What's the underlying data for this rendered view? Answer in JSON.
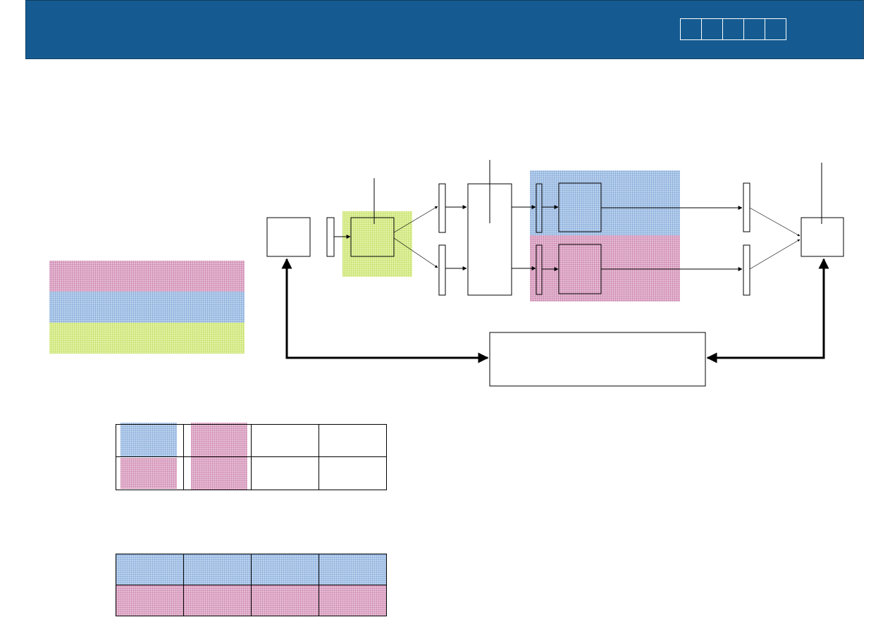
{
  "header": {
    "nav_squares": 5
  },
  "colors": {
    "header": "#155b91",
    "pink": "#dfaac9",
    "blue": "#a9c4e6",
    "green": "#d9ee93"
  },
  "top_table": {
    "rows": [
      [
        "blue",
        "pink",
        "white",
        "white"
      ],
      [
        "pink",
        "pink",
        "white",
        "white"
      ]
    ]
  },
  "bottom_table": {
    "rows": [
      [
        "blue",
        "blue",
        "blue",
        "blue"
      ],
      [
        "pink",
        "pink",
        "pink",
        "pink"
      ]
    ]
  }
}
